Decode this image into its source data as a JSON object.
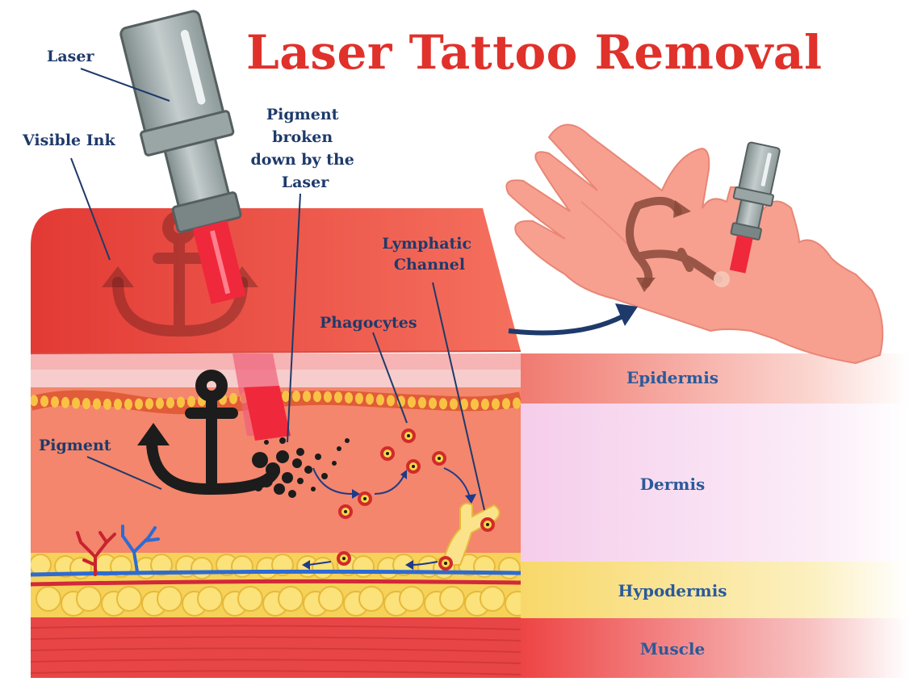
{
  "title": "Laser Tattoo Removal",
  "labels": {
    "laser": "Laser",
    "visible_ink": "Visible Ink",
    "pigment_broken": [
      "Pigment",
      "broken",
      "down by the",
      "Laser"
    ],
    "lymphatic": [
      "Lymphatic",
      "Channel"
    ],
    "phagocytes": "Phagocytes",
    "pigment": "Pigment"
  },
  "layers": [
    {
      "name": "Epidermis",
      "color": "#f07a70"
    },
    {
      "name": "Dermis",
      "color": "#f7d6f0"
    },
    {
      "name": "Hypodermis",
      "color": "#f8dc78"
    },
    {
      "name": "Muscle",
      "color": "#ee4a4a"
    }
  ],
  "colors": {
    "title": "#e0312b",
    "label": "#1e3a6b",
    "layer_label": "#2a5a9a",
    "skin_top": "#e8413a",
    "skin_dermis": "#f3846c",
    "ink": "#222222",
    "laser_beam": "#f0283c",
    "hand": "#f7a090"
  }
}
